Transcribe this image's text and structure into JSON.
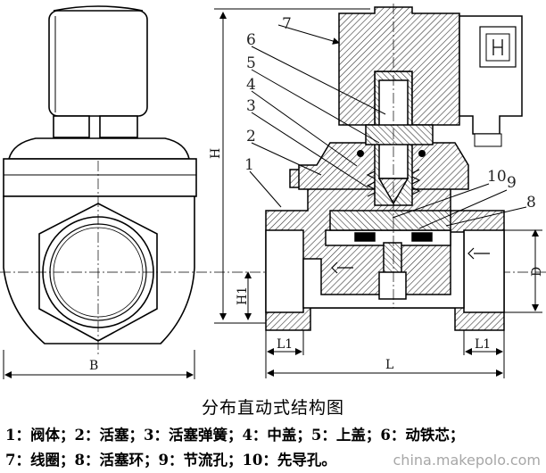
{
  "diagram": {
    "part_numbers": [
      "1",
      "2",
      "3",
      "4",
      "5",
      "6",
      "7",
      "8",
      "9",
      "10"
    ],
    "dimensions": {
      "h_total": "H",
      "h1": "H1",
      "l1_left": "L1",
      "l1_right": "L1",
      "l": "L",
      "b": "B",
      "d": "D"
    }
  },
  "caption": "分布直动式结构图",
  "legend": {
    "line1": "1：阀体；2：活塞；3：活塞弹簧；4：中盖；5：上盖；6：动铁芯；",
    "line2": "7：线圈；8：活塞环；9：节流孔；10：先导孔。"
  },
  "watermark": "china.makepolo.com"
}
